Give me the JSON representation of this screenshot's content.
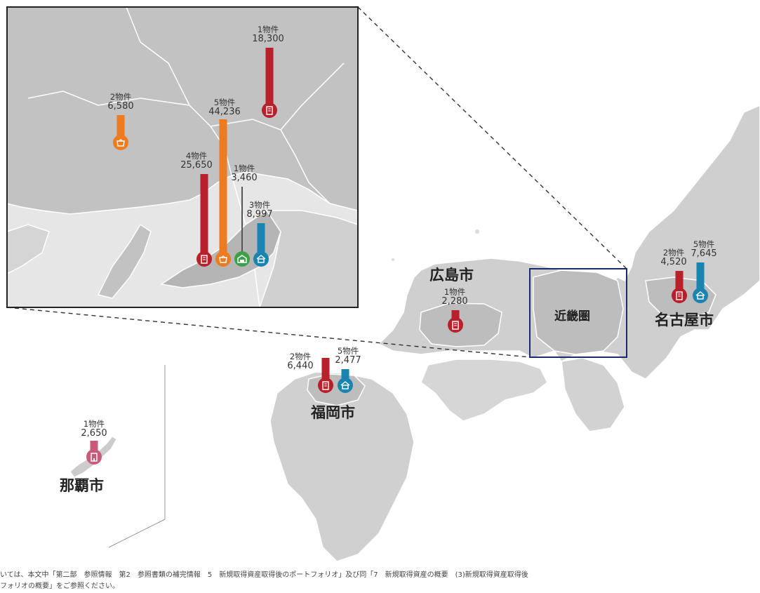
{
  "colors": {
    "office": "#b8202c",
    "retail": "#ee7b20",
    "logistics": "#3ea04a",
    "residential": "#1a84b0",
    "hotel": "#c75b7a",
    "land": "#cfcfcf",
    "land_dark": "#bdbdbd",
    "inset_border": "#222222",
    "kinki_box": "#1b2a6b"
  },
  "cities": {
    "hiroshima": "広島市",
    "kinki": "近畿圏",
    "nagoya": "名古屋市",
    "fukuoka": "福岡市",
    "naha": "那覇市"
  },
  "markers": [
    {
      "id": "inset-office-north",
      "count": "1物件",
      "value": "18,300",
      "type": "office",
      "icon": "building-icon"
    },
    {
      "id": "inset-retail-west",
      "count": "2物件",
      "value": "6,580",
      "type": "retail",
      "icon": "shop-icon"
    },
    {
      "id": "inset-office-osaka",
      "count": "4物件",
      "value": "25,650",
      "type": "office",
      "icon": "building-icon"
    },
    {
      "id": "inset-retail-osaka",
      "count": "5物件",
      "value": "44,236",
      "type": "retail",
      "icon": "shop-icon"
    },
    {
      "id": "inset-logistics-osaka",
      "count": "1物件",
      "value": "3,460",
      "type": "logistics",
      "icon": "warehouse-icon"
    },
    {
      "id": "inset-residential-osaka",
      "count": "3物件",
      "value": "8,997",
      "type": "residential",
      "icon": "house-icon"
    },
    {
      "id": "nagoya-office",
      "count": "2物件",
      "value": "4,520",
      "type": "office",
      "icon": "building-icon"
    },
    {
      "id": "nagoya-residential",
      "count": "5物件",
      "value": "7,645",
      "type": "residential",
      "icon": "house-icon"
    },
    {
      "id": "hiroshima-office",
      "count": "1物件",
      "value": "2,280",
      "type": "office",
      "icon": "building-icon"
    },
    {
      "id": "fukuoka-office",
      "count": "2物件",
      "value": "6,440",
      "type": "office",
      "icon": "building-icon"
    },
    {
      "id": "fukuoka-residential",
      "count": "5物件",
      "value": "2,477",
      "type": "residential",
      "icon": "house-icon"
    },
    {
      "id": "naha-hotel",
      "count": "1物件",
      "value": "2,650",
      "type": "hotel",
      "icon": "hotel-icon"
    }
  ],
  "footnote": {
    "line1": "いては、本文中「第二部　参照情報　第2　参照書類の補完情報　5　新規取得資産取得後のポートフォリオ」及び同「7　新規取得資産の概要　(3)新規取得資産取得後",
    "line2": "フォリオの概要」をご参照ください。"
  }
}
